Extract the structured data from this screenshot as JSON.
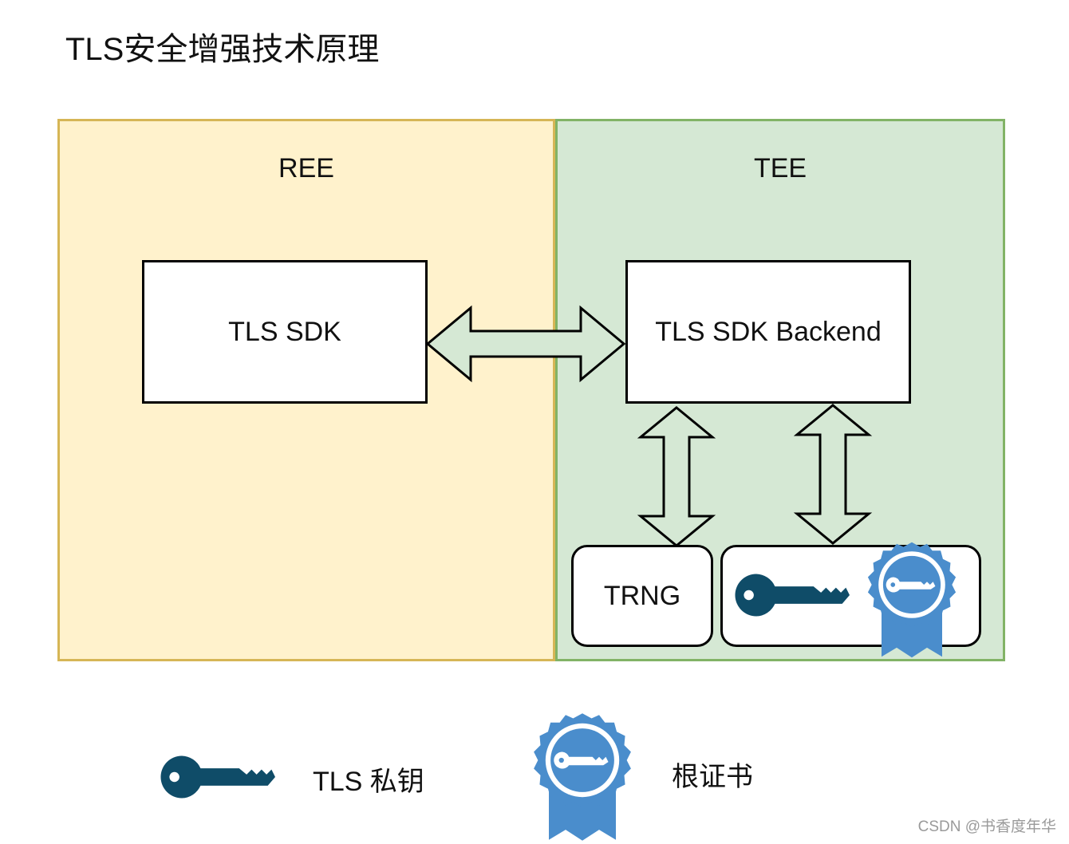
{
  "title": "TLS安全增强技术原理",
  "zones": {
    "ree": {
      "label": "REE"
    },
    "tee": {
      "label": "TEE"
    }
  },
  "boxes": {
    "tls_sdk": "TLS SDK",
    "tls_sdk_backend": "TLS SDK Backend",
    "trng": "TRNG"
  },
  "legend": {
    "private_key": "TLS 私钥",
    "root_cert": "根证书"
  },
  "watermark": "CSDN @书香度年华",
  "colors": {
    "ree_fill": "#fff2cc",
    "ree_border": "#d6b656",
    "tee_fill": "#d5e8d4",
    "tee_border": "#82b366",
    "key": "#0f4c68",
    "cert": "#4a8dcc"
  },
  "icons": [
    "key-icon",
    "certificate-icon",
    "double-arrow-icon"
  ]
}
